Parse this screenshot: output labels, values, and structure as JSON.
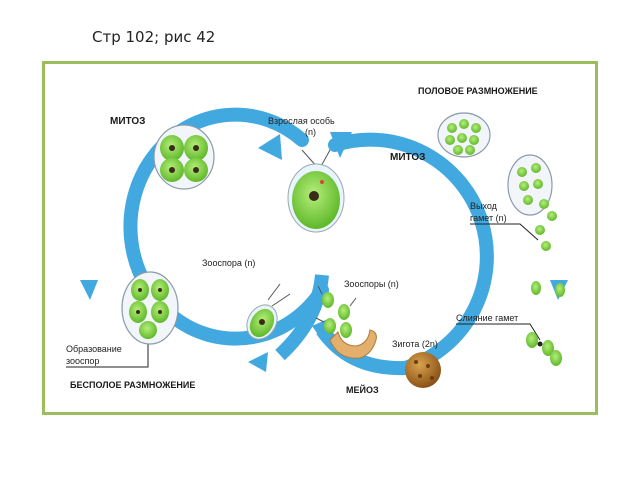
{
  "caption": "Стр 102; рис 42",
  "headings": {
    "mitosis_left": "МИТОЗ",
    "mitosis_right": "МИТОЗ",
    "sexual": "ПОЛОВОЕ РАЗМНОЖЕНИЕ",
    "asexual": "БЕСПОЛОЕ РАЗМНОЖЕНИЕ",
    "meiosis": "МЕЙОЗ"
  },
  "labels": {
    "adult_line1": "Взрослая особь",
    "adult_line2": "(n)",
    "zoospore": "Зооспора (n)",
    "zoospores": "Зооспоры (n)",
    "gamete_exit_line1": "Выход",
    "gamete_exit_line2": "гамет (n)",
    "gamete_fusion": "Слияние гамет",
    "zygote": "Зигота (2n)",
    "zoospore_formation_line1": "Образование",
    "zoospore_formation_line2": "зооспор"
  },
  "colors": {
    "cycle_arrow": "#42a8e0",
    "cell_green": "#7ccf3a",
    "frame_border": "#9bbd5a",
    "zygote": "#b5782a"
  }
}
